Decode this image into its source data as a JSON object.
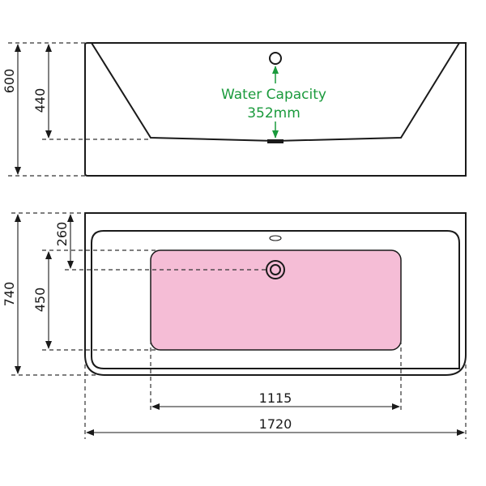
{
  "side_view": {
    "height_total": "600",
    "depth_to_floor": "440",
    "water_capacity_label": "Water Capacity",
    "water_capacity_value": "352mm"
  },
  "plan_view": {
    "width_total_label": "740",
    "overflow_offset": "260",
    "basin_width": "450",
    "basin_length": "1115",
    "length_total": "1720"
  },
  "colors": {
    "basin_fill": "#f5bdd6",
    "annotation": "#1a9a3c"
  }
}
